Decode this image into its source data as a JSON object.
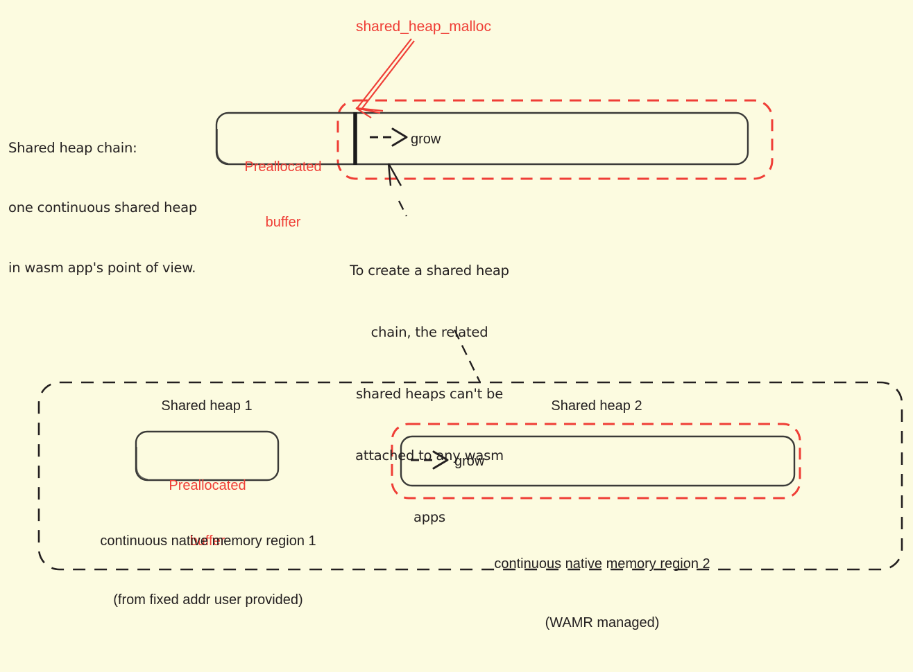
{
  "page": {
    "background_color": "#fcfbe0",
    "ink_color": "#231f20",
    "accent_color": "#ef3e36"
  },
  "callouts": {
    "malloc_label": "shared_heap_malloc",
    "chain_caption_line1": "Shared heap chain:",
    "chain_caption_line2": "one continuous shared heap",
    "chain_caption_line3": "in wasm app's point of view.",
    "mid_note_line1": "To create a shared heap",
    "mid_note_line2": "chain, the related",
    "mid_note_line3": "shared heaps can't be",
    "mid_note_line4": "attached to any wasm",
    "mid_note_line5": "apps"
  },
  "top_chain": {
    "prealloc_line1": "Preallocated",
    "prealloc_line2": "buffer",
    "grow_label": "grow"
  },
  "bottom": {
    "heap1_title": "Shared heap 1",
    "heap2_title": "Shared heap 2",
    "heap1_prealloc_line1": "Preallocated",
    "heap1_prealloc_line2": "buffer",
    "heap2_grow_label": "grow",
    "region1_line1": "continuous native memory region 1",
    "region1_line2": "(from fixed addr user provided)",
    "region2_line1": "continuous native memory region 2",
    "region2_line2": "(WAMR managed)"
  },
  "icons": {
    "grow_arrow": "dashed-arrow-right-icon",
    "malloc_pointer": "red-arrow-icon",
    "note_pointer": "black-arrow-icon"
  }
}
